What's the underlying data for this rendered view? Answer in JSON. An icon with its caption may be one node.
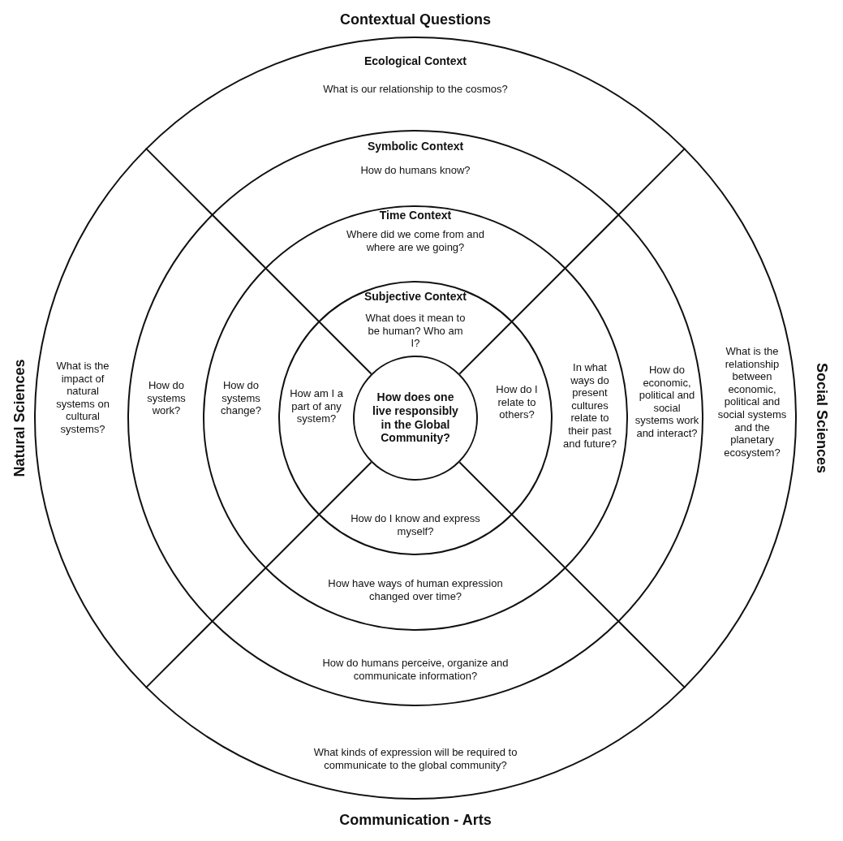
{
  "diagram": {
    "nodes": [
      {
        "text": [
          "Ecological Context",
          "What is our relationship to the cosmos?",
          "What is the impact of natural systems on cultural systems?",
          "What is the relationship between economic, political and social systems and the planetary ecosystem?",
          "What kinds of expression will be required to communicate to the global community?"
        ]
      },
      {
        "text": [
          "Symbolic Context",
          "How do humans know?",
          "How do systems work?",
          "How do economic, political and social systems work and interact?",
          "How do humans perceive, organize and communicate information?"
        ],
        "in": 0
      },
      {
        "text": [
          "Time Context",
          "Where did we come from and where are we going?",
          "How do systems change?",
          "In what ways do present cultures relate to their past and future?",
          "How have ways of human expression changed over time?"
        ],
        "in": 1
      },
      {
        "text": [
          "Subjective Context",
          "What does it mean to be human? Who am I?",
          "How am I a part of any system?",
          "How do I relate to others?",
          "How do I know and express myself?"
        ],
        "in": 2
      },
      {
        "text": [
          "How does one live responsibly in the Global Community?"
        ],
        "in": 3
      }
    ],
    "labels": [
      "Contextual Questions",
      "Natural Sciences",
      "Social Sciences",
      "Communication - Arts"
    ]
  }
}
